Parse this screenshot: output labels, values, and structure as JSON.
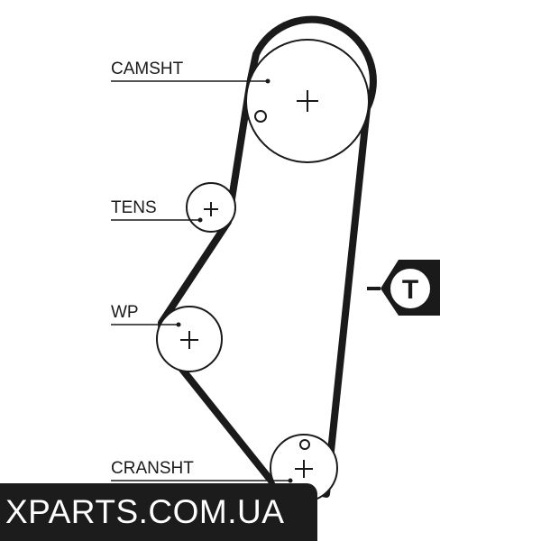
{
  "labels": {
    "camshaft": "CAMSHT",
    "tensioner": "TENS",
    "water_pump": "WP",
    "crankshaft": "CRANSHT"
  },
  "tension_badge": "T",
  "watermark": "XPARTS.COM.UA",
  "colors": {
    "line": "#1a1a1a",
    "background": "#ffffff",
    "watermark_bg": "#1c1c1c",
    "watermark_text": "#ffffff"
  }
}
